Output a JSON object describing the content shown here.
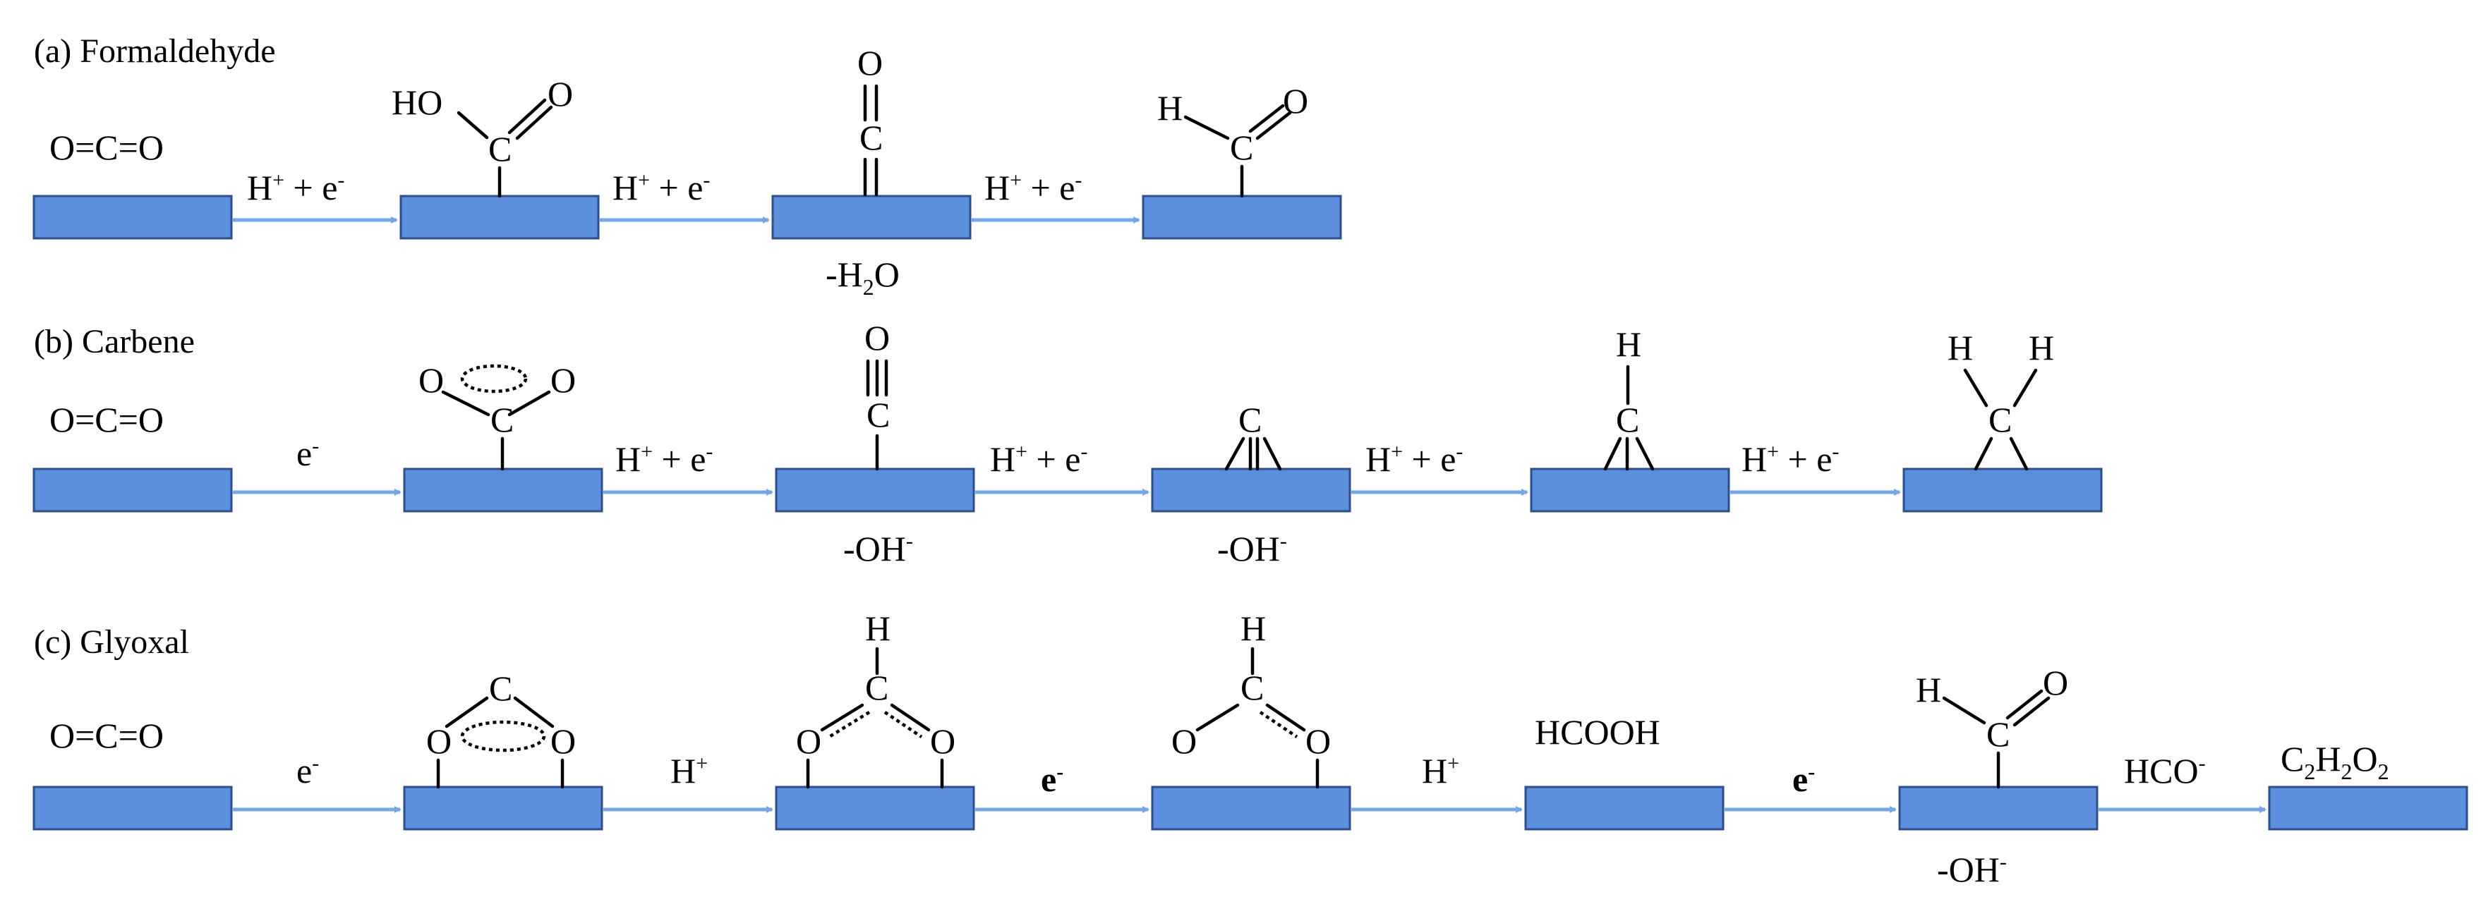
{
  "colors": {
    "slab": "#5b8fde",
    "slab_border": "#2e4f8a",
    "arrow": "#76a5e8",
    "text": "#000000"
  },
  "panels": {
    "a": {
      "title": "(a) Formaldehyde",
      "reactant": "O=C=O",
      "steps": [
        "H+ + e-",
        "H+ + e-",
        "H+ + e-"
      ],
      "byproduct": "-H2O"
    },
    "b": {
      "title": "(b) Carbene",
      "reactant": "O=C=O",
      "steps": [
        "e-",
        "H+ + e-",
        "H+ + e-",
        "H+ + e-",
        "H+ + e-"
      ],
      "byproducts": [
        "-OH-",
        "-OH-"
      ]
    },
    "c": {
      "title": "(c) Glyoxal",
      "reactant": "O=C=O",
      "steps": [
        "e-",
        "H+",
        "e-",
        "H+",
        "e-",
        "HCO-"
      ],
      "intermediate": "HCOOH",
      "product": "C2H2O2",
      "byproduct": "-OH-"
    }
  },
  "atoms": {
    "carbon": "C",
    "oxygen": "O",
    "hydrogen": "H",
    "hydroxyl": "HO"
  }
}
